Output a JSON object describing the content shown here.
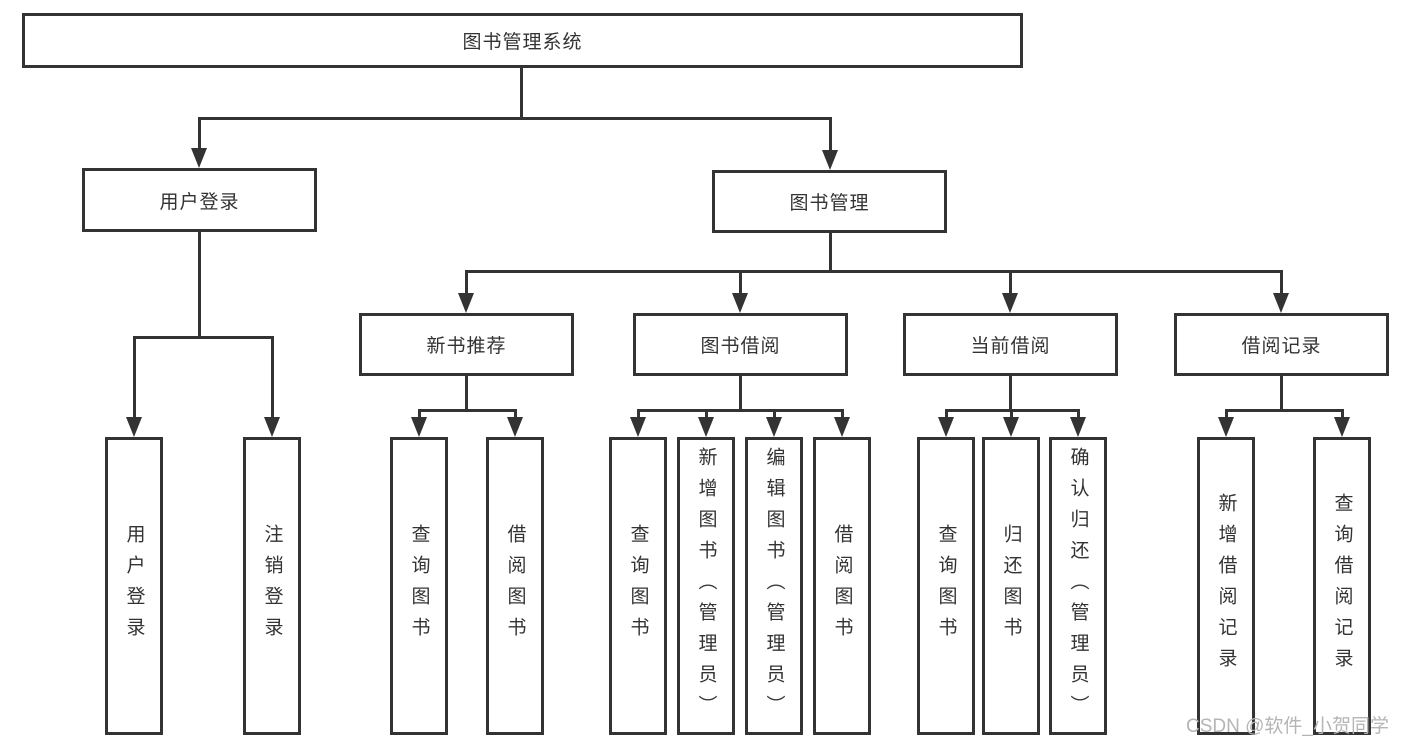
{
  "watermark": "CSDN @软件_小贺同学",
  "colors": {
    "line": "#333333",
    "text": "#333333",
    "background": "#ffffff",
    "watermark": "#b5b5b5"
  },
  "nodes": {
    "root": "图书管理系统",
    "user_login": "用户登录",
    "book_mgmt": "图书管理",
    "new_book_rec": "新书推荐",
    "book_borrow": "图书借阅",
    "current_borrow": "当前借阅",
    "borrow_records": "借阅记录",
    "ul_login": "用户登录",
    "ul_logout": "注销登录",
    "nbr_query": "查询图书",
    "nbr_borrow": "借阅图书",
    "bb_query": "查询图书",
    "bb_add": "新增图书（管理员）",
    "bb_edit": "编辑图书（管理员）",
    "bb_borrow": "借阅图书",
    "cb_query": "查询图书",
    "cb_return": "归还图书",
    "cb_confirm": "确认归还（管理员）",
    "br_add": "新增借阅记录",
    "br_query": "查询借阅记录"
  },
  "hierarchy": {
    "图书管理系统": {
      "用户登录": [
        "用户登录",
        "注销登录"
      ],
      "图书管理": {
        "新书推荐": [
          "查询图书",
          "借阅图书"
        ],
        "图书借阅": [
          "查询图书",
          "新增图书（管理员）",
          "编辑图书（管理员）",
          "借阅图书"
        ],
        "当前借阅": [
          "查询图书",
          "归还图书",
          "确认归还（管理员）"
        ],
        "借阅记录": [
          "新增借阅记录",
          "查询借阅记录"
        ]
      }
    }
  }
}
